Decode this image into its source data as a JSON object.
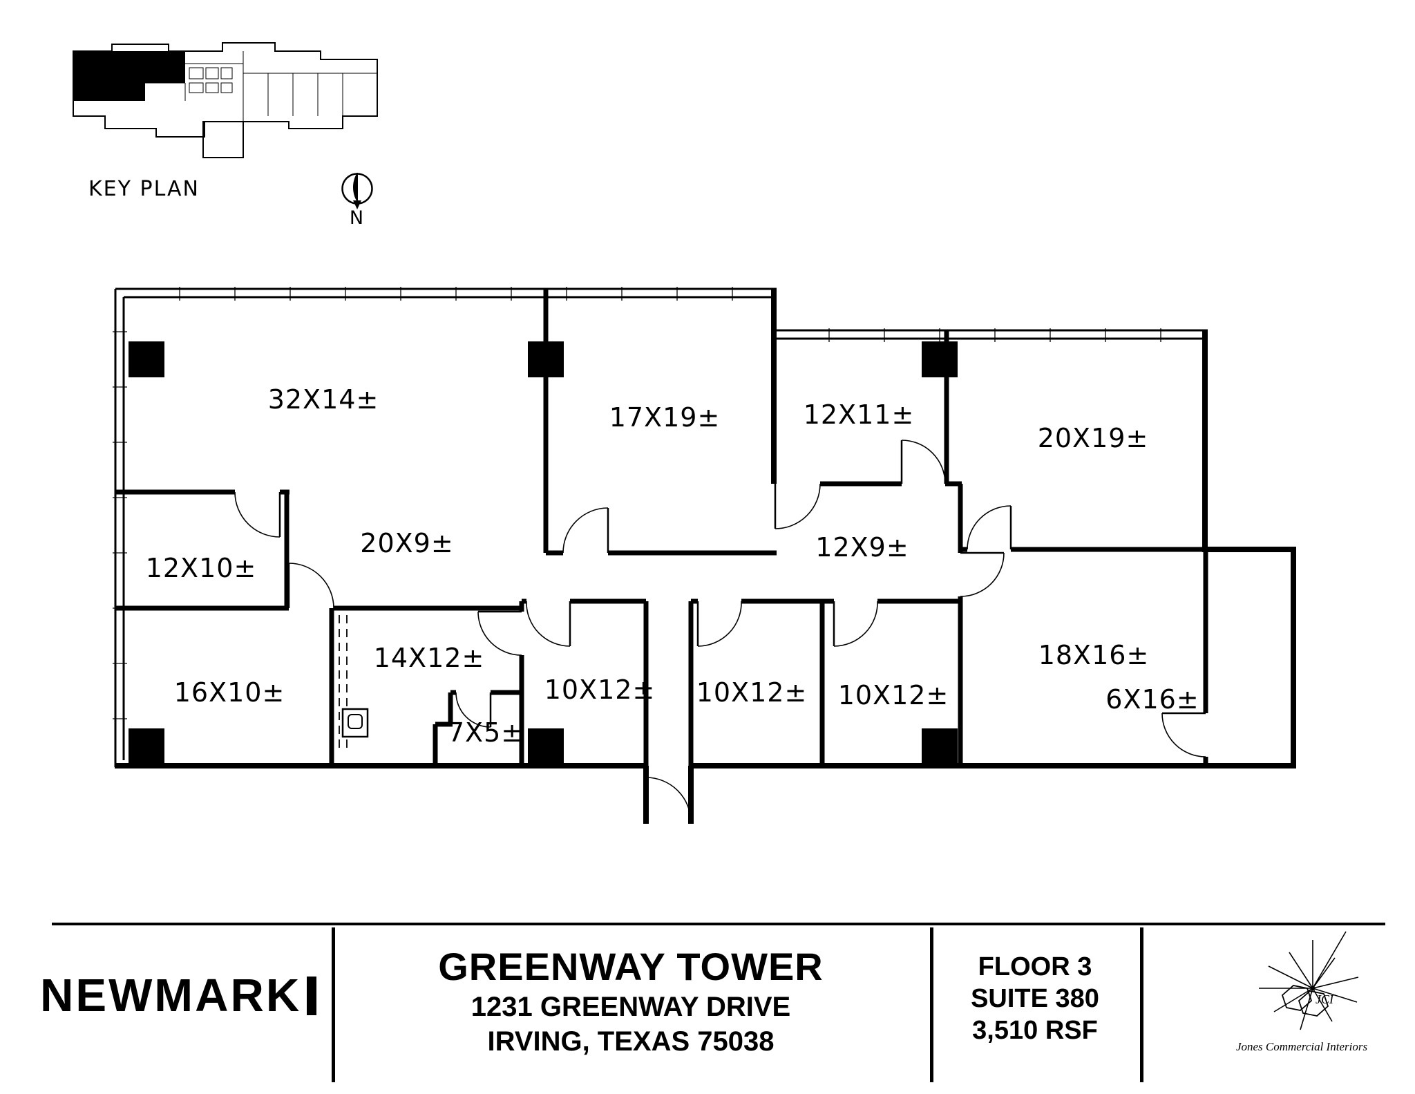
{
  "key_plan": {
    "label": "KEY PLAN",
    "north_label": "N"
  },
  "floor_plan": {
    "rooms": [
      {
        "label": "32X14±"
      },
      {
        "label": "17X19±"
      },
      {
        "label": "12X11±"
      },
      {
        "label": "20X19±"
      },
      {
        "label": "12X10±"
      },
      {
        "label": "20X9±"
      },
      {
        "label": "12X9±"
      },
      {
        "label": "16X10±"
      },
      {
        "label": "14X12±"
      },
      {
        "label": "7X5±"
      },
      {
        "label": "10X12±"
      },
      {
        "label": "10X12±"
      },
      {
        "label": "10X12±"
      },
      {
        "label": "18X16±"
      },
      {
        "label": "6X16±"
      }
    ]
  },
  "footer": {
    "brand": "NEWMARK",
    "building_name": "GREENWAY TOWER",
    "address_line1": "1231 GREENWAY DRIVE",
    "address_line2": "IRVING, TEXAS 75038",
    "floor": "FLOOR 3",
    "suite": "SUITE 380",
    "area": "3,510 RSF",
    "logo_monogram": "JCI",
    "logo_name": "Jones Commercial Interiors"
  }
}
